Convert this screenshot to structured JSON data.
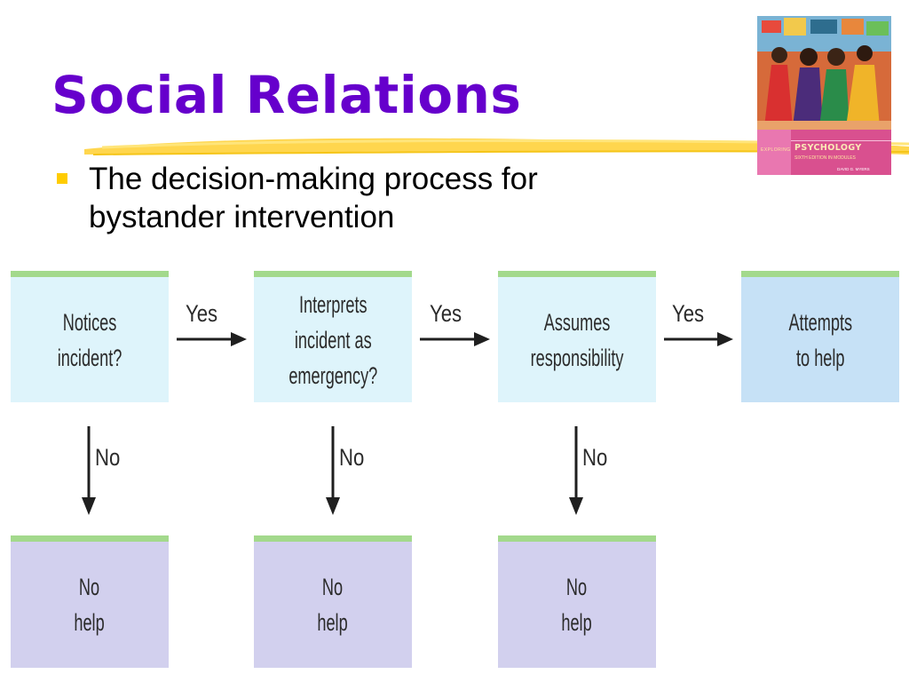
{
  "slide": {
    "title": "Social Relations",
    "bullet": "The decision-making process for bystander intervention"
  },
  "book_cover": {
    "brand": "EXPLORING",
    "title": "PSYCHOLOGY",
    "edition": "SIXTH EDITION IN MODULES",
    "author": "DAVID G. MYERS"
  },
  "diagram": {
    "steps": [
      {
        "lines": [
          "Notices",
          "incident?"
        ]
      },
      {
        "lines": [
          "Interprets",
          "incident as",
          "emergency?"
        ]
      },
      {
        "lines": [
          "Assumes",
          "responsibility"
        ]
      },
      {
        "lines": [
          "Attempts",
          "to help"
        ]
      }
    ],
    "yes_labels": [
      "Yes",
      "Yes",
      "Yes"
    ],
    "no_labels": [
      "No",
      "No",
      "No"
    ],
    "outcomes": [
      {
        "lines": [
          "No",
          "help"
        ]
      },
      {
        "lines": [
          "No",
          "help"
        ]
      },
      {
        "lines": [
          "No",
          "help"
        ]
      }
    ]
  }
}
